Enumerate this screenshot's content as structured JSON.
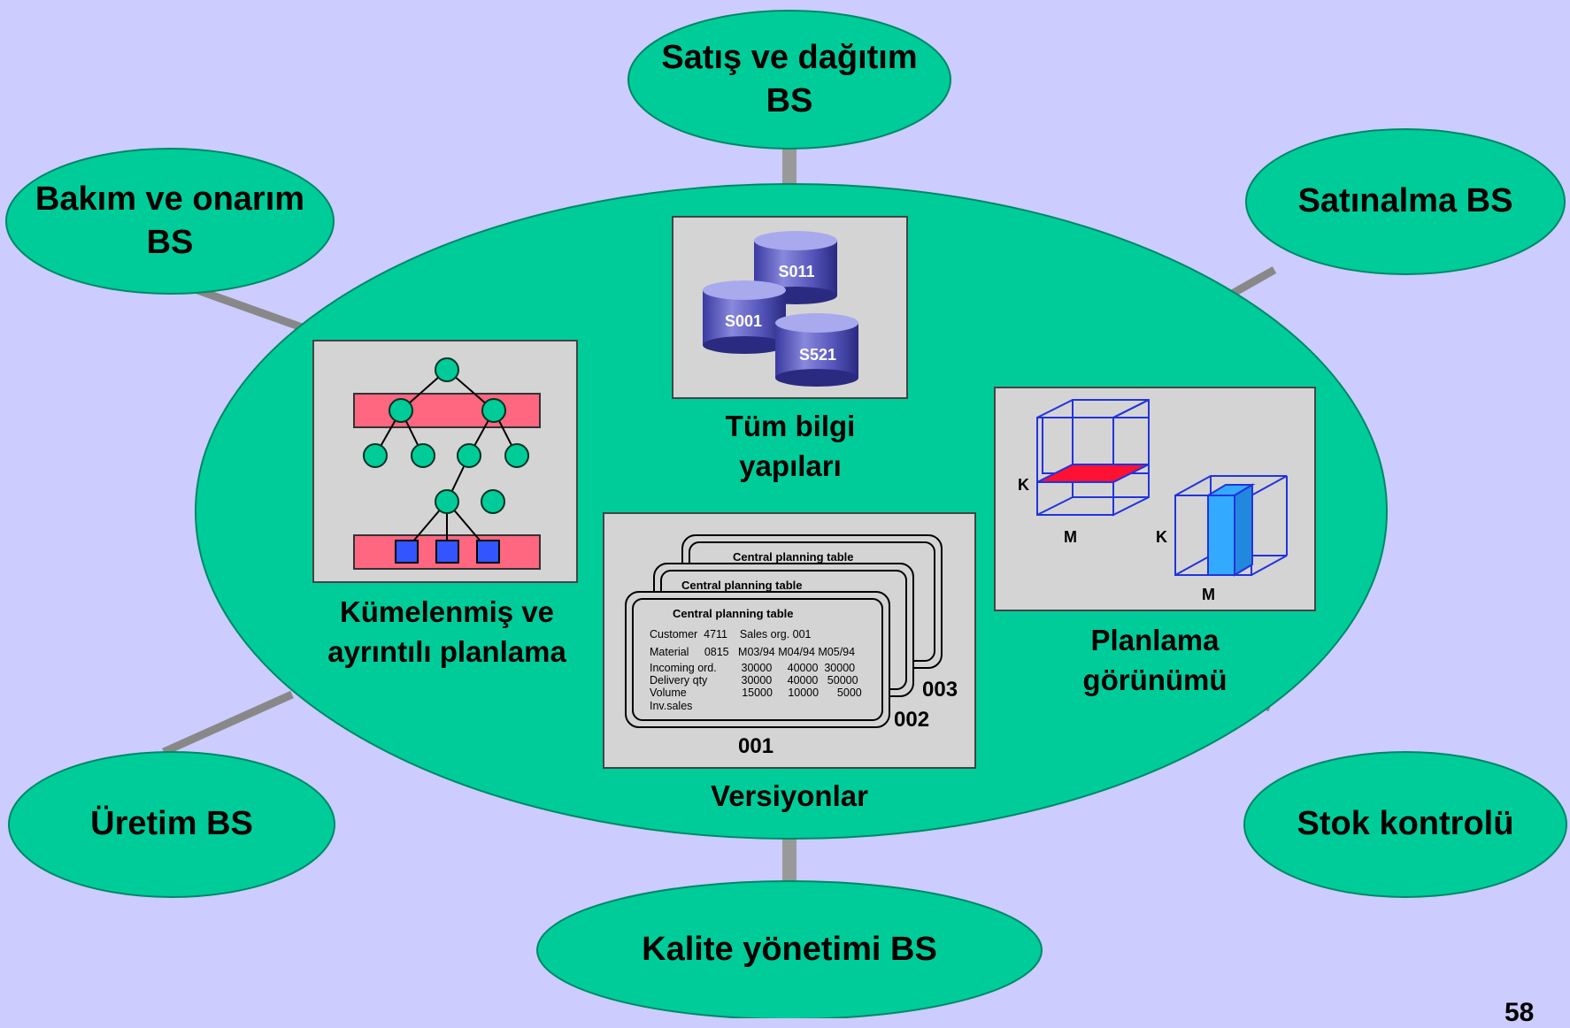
{
  "center_label": "",
  "satellites": {
    "top": "Satış ve dağıtım\nBS",
    "top_left": "Bakım ve onarım\nBS",
    "top_right": "Satınalma BS",
    "bottom_left": "Üretim BS",
    "bottom_right": "Stok kontrolü",
    "bottom": "Kalite yönetimi BS"
  },
  "panels": {
    "info_structures": {
      "label": "Tüm bilgi\nyapıları",
      "db1": "S011",
      "db2": "S001",
      "db3": "S521"
    },
    "planning": {
      "label": "Kümelenmiş ve\nayrıntılı planlama"
    },
    "planning_view": {
      "label": "Planlama\ngörünümü",
      "k1": "K",
      "m1": "M",
      "k2": "K",
      "m2": "M"
    },
    "versions": {
      "label": "Versiyonlar",
      "table_title": "Central planning table",
      "row_customer": "Customer  4711    Sales org. 001",
      "row_material": "Material     0815   M03/94 M04/94 M05/94",
      "row_incoming": "Incoming ord.        30000     40000  30000",
      "row_delivery": "Delivery qty           30000     40000   50000",
      "row_volume": "Volume                  15000     10000      5000",
      "row_inv": "Inv.sales",
      "v1": "001",
      "v2": "002",
      "v3": "003"
    }
  },
  "page_number": "58",
  "colors": {
    "background": "#ccccff",
    "ellipse": "#00cc99",
    "panel": "#d4d4d4",
    "pink_bar": "#ff6680",
    "node_fill": "#00cc99",
    "square_fill": "#3355ff",
    "cube_line": "#2233dd",
    "red_plane": "#ff1133",
    "blue_plane": "#33aaff"
  }
}
